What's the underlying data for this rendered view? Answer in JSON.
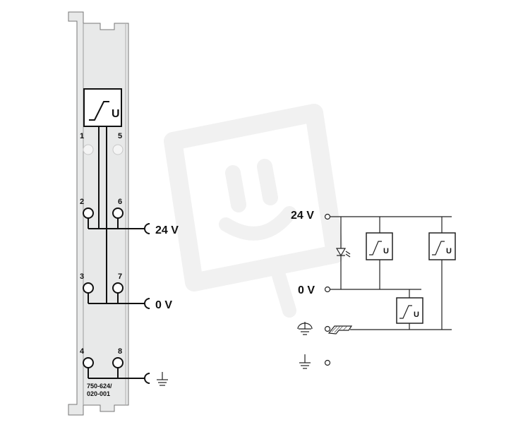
{
  "module": {
    "part_number_line1": "750-624/",
    "part_number_line2": "020-001",
    "terminals": [
      "1",
      "5",
      "2",
      "6",
      "3",
      "7",
      "4",
      "8"
    ],
    "module_outputs": {
      "v24": "24 V",
      "v0": "0 V"
    },
    "converter_symbol": "U"
  },
  "schematic": {
    "v24_label": "24 V",
    "v0_label": "0 V",
    "converter_symbol": "U"
  },
  "colors": {
    "ink": "#111111",
    "module_fill": "#e8e9e9",
    "watermark": "#f1f1f1"
  }
}
